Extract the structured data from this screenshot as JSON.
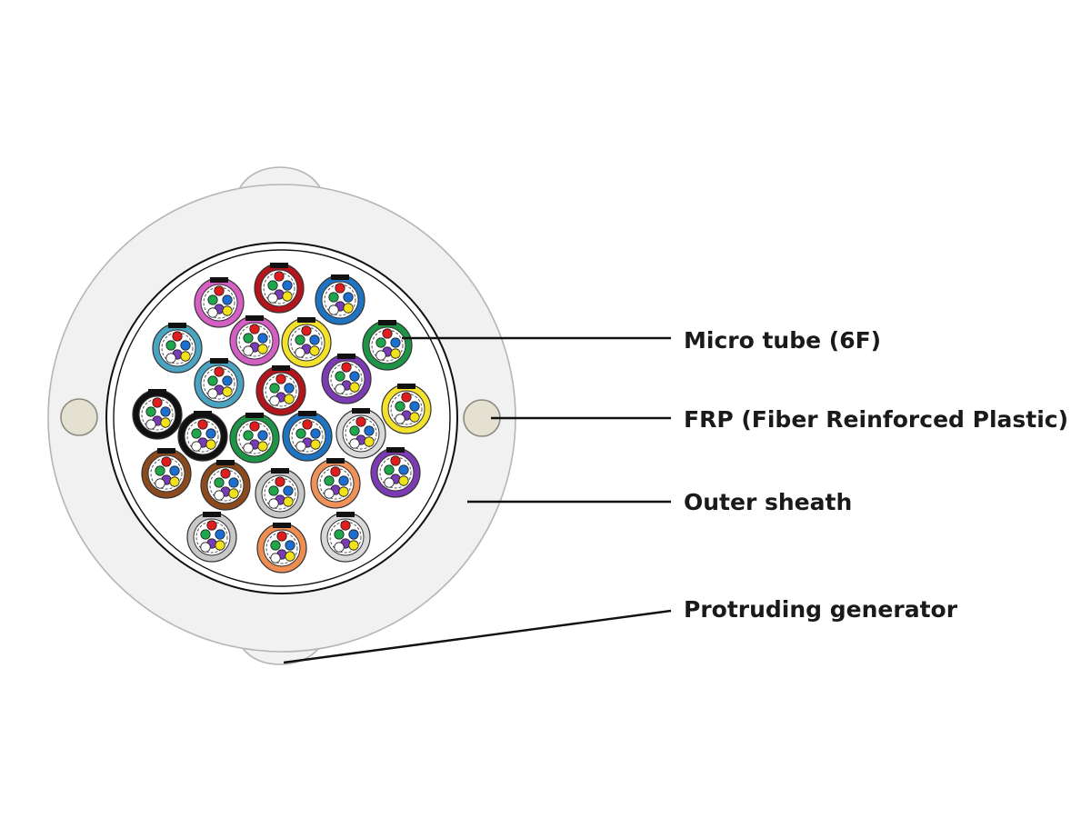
{
  "labels": {
    "micro_tube": "Micro tube (6F)",
    "frp": "FRP (Fiber Reinforced Plastic)",
    "outer_sheath": "Outer sheath",
    "protruding_generator": "Protruding generator"
  },
  "colors": {
    "sheath_fill": "#f1f1f1",
    "sheath_stroke": "#b5b5b5",
    "frp_fill": "#e4e1d3",
    "leader_line": "#111111"
  },
  "fiber_colors": [
    "#e01c1c",
    "#1c6fd1",
    "#1fa64a",
    "#7a3bb8",
    "#f2e21a",
    "#ffffff"
  ],
  "tube_colors": [
    "#d55fc2",
    "#b3151c",
    "#1f74c2",
    "#4aa3c1",
    "#d35fc3",
    "#f3e12c",
    "#1e9446",
    "#4aa3c1",
    "#b3151c",
    "#7c3ab3",
    "#111111",
    "#f3e12c",
    "#111111",
    "#1e9446",
    "#1f74c2",
    "#d9d9d9",
    "#8a4a1d",
    "#8a4a1d",
    "#c8c8c8",
    "#f0915a",
    "#7c3ab3",
    "#c8c8c8",
    "#ef8e52",
    "#d9d9d9"
  ]
}
